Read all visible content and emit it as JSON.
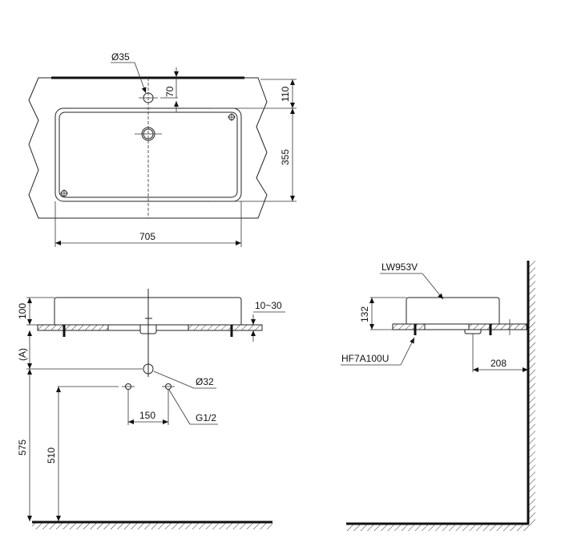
{
  "drawing": {
    "top_view": {
      "dims": {
        "faucet_hole": "Ø35",
        "hole_offset": "70",
        "edge_to_bowl": "110",
        "bowl_depth": "355",
        "bowl_width": "705"
      }
    },
    "front_view": {
      "dims": {
        "height": "100",
        "counter_thickness": "10~30",
        "variable": "(A)",
        "drain_hole": "Ø32",
        "supply_spacing": "150",
        "supply_thread": "G1/2",
        "drain_height": "575",
        "supply_height": "510"
      }
    },
    "side_view": {
      "labels": {
        "basin_model": "LW953V",
        "fitting_model": "HF7A100U"
      },
      "dims": {
        "height": "132",
        "wall_offset": "208"
      }
    }
  }
}
